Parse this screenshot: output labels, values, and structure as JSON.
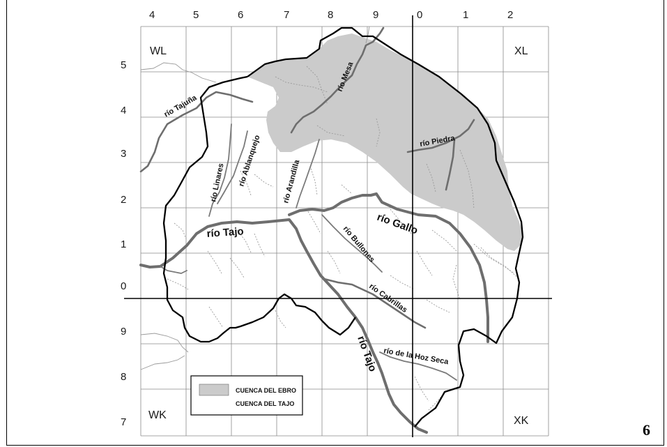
{
  "map": {
    "columns": [
      "4",
      "5",
      "6",
      "7",
      "8",
      "9",
      "0",
      "1",
      "2"
    ],
    "rows": [
      "5",
      "4",
      "3",
      "2",
      "1",
      "0",
      "9",
      "8",
      "7"
    ],
    "quadrants": {
      "top_left": "WL",
      "top_right": "XL",
      "bottom_left": "WK",
      "bottom_right": "XK"
    },
    "rivers": {
      "tajuna": "río Tajuña",
      "mesa": "río Mesa",
      "piedra": "río Piedra",
      "ablanquejo": "río Ablanquejo",
      "linares": "río Linares",
      "arandilla": "río Arandilla",
      "gallo": "río Gallo",
      "tajo_upper": "río Tajo",
      "bullones": "río Bullones",
      "cabrillas": "río Cabrillas",
      "hoz_seca": "río de la Hoz Seca",
      "tajo_lower": "río Tajo"
    },
    "legend": [
      {
        "label": "CUENCA DEL EBRO",
        "color": "#cbcbcb"
      },
      {
        "label": "CUENCA DEL TAJO",
        "color": "#ffffff"
      }
    ]
  },
  "page_number": "6"
}
